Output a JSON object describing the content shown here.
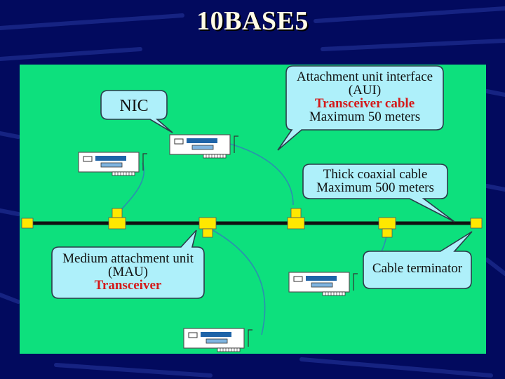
{
  "title": "10BASE5",
  "colors": {
    "background": "#020a5e",
    "panel": "#0de07d",
    "callout_fill": "#aef0fa",
    "connector": "#ffe800",
    "highlight_text": "#d41a1a"
  },
  "callouts": {
    "nic": {
      "label": "NIC"
    },
    "aui": {
      "line1": "Attachment unit interface",
      "line2": "(AUI)",
      "line3": "Transceiver cable",
      "line4": "Maximum 50 meters"
    },
    "coax": {
      "line1": "Thick coaxial cable",
      "line2": "Maximum 500 meters"
    },
    "mau": {
      "line1": "Medium attachment unit",
      "line2": "(MAU)",
      "line3": "Transceiver"
    },
    "terminator": {
      "label": "Cable terminator"
    }
  },
  "icons": [
    "nic-card-icon",
    "transceiver-icon",
    "terminator-icon"
  ]
}
